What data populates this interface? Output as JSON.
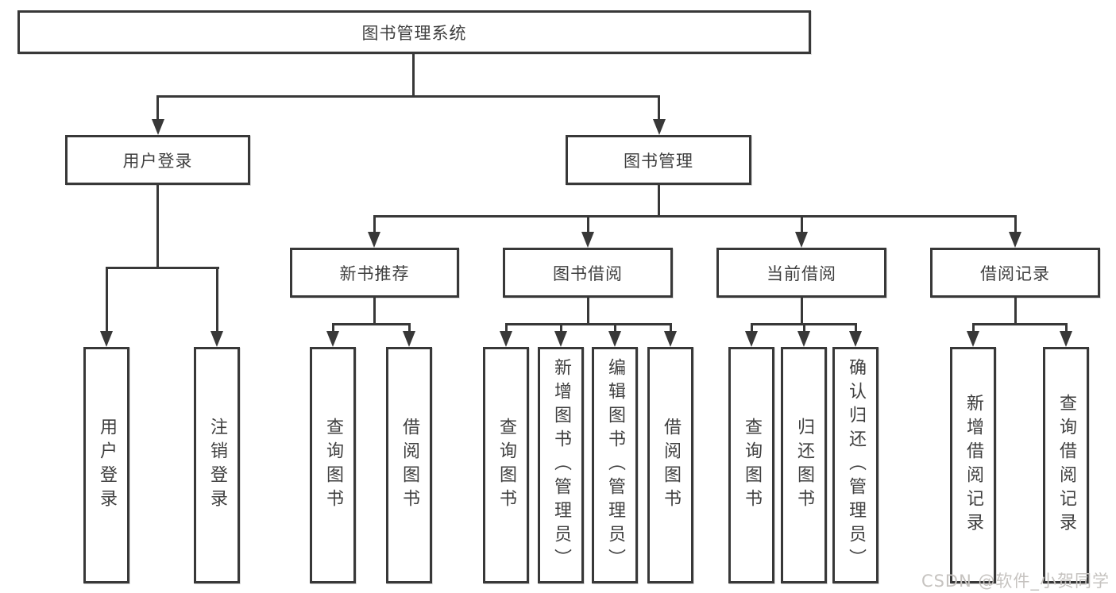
{
  "watermark": "CSDN @软件_小贺同学",
  "colors": {
    "background": "#ffffff",
    "line": "#383838",
    "box_border": "#383838",
    "text": "#3f3f3f",
    "watermark_text": "#c6c3c0"
  },
  "tree": {
    "label": "图书管理系统",
    "children": [
      {
        "label": "用户登录",
        "children": [
          {
            "label": "用户登录"
          },
          {
            "label": "注销登录"
          }
        ]
      },
      {
        "label": "图书管理",
        "children": [
          {
            "label": "新书推荐",
            "children": [
              {
                "label": "查询图书"
              },
              {
                "label": "借阅图书"
              }
            ]
          },
          {
            "label": "图书借阅",
            "children": [
              {
                "label": "查询图书"
              },
              {
                "label": "新增图书（管理员）"
              },
              {
                "label": "编辑图书（管理员）"
              },
              {
                "label": "借阅图书"
              }
            ]
          },
          {
            "label": "当前借阅",
            "children": [
              {
                "label": "查询图书"
              },
              {
                "label": "归还图书"
              },
              {
                "label": "确认归还（管理员）"
              }
            ]
          },
          {
            "label": "借阅记录",
            "children": [
              {
                "label": "新增借阅记录"
              },
              {
                "label": "查询借阅记录"
              }
            ]
          }
        ]
      }
    ]
  }
}
